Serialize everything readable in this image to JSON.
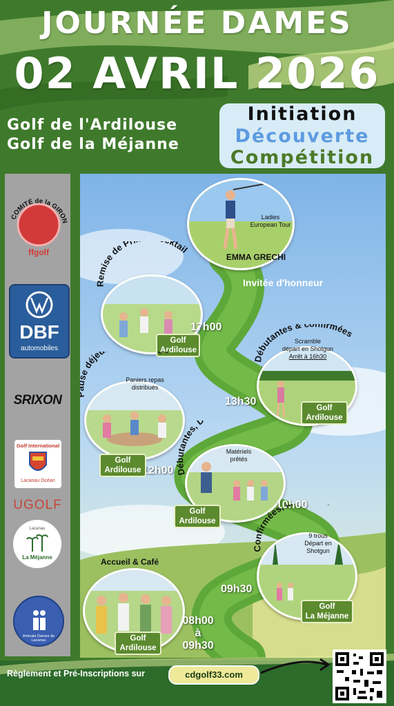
{
  "header": {
    "title_line1": "JOURNÉE DAMES",
    "title_line2": "02 AVRIL 2026",
    "venues": [
      "Golf de l'Ardilouse",
      "Golf de la Méjanne"
    ],
    "formats": [
      "Initiation",
      "Découverte",
      "Compétition"
    ]
  },
  "sidebar_logos": {
    "comite_top": "COMITÉ de la GIRONDE",
    "comite_bottom": "ffgolf",
    "dbf_main": "DBF",
    "dbf_sub": "automobiles",
    "srixon": "SRIXON",
    "golf_intl": "Golf International",
    "lacanau": "Lacanau Océan",
    "ugolf": "UGOLF",
    "mejanne_top": "Lacanau",
    "mejanne_name": "La Méjanne",
    "amicale": "Amicale Dames de Lacanau"
  },
  "events": [
    {
      "title": "Remise de Prix & Cocktail",
      "time": "17h00",
      "venue": [
        "Golf",
        "Ardilouse"
      ],
      "notes": []
    },
    {
      "title": "EMMA GRECHI",
      "time": "",
      "venue": [],
      "notes": [
        "Ladies",
        "European Tour"
      ],
      "subtitle": "Invitée d'honneur"
    },
    {
      "title": "Débutantes & confirmées",
      "time": "13h30",
      "venue": [
        "Golf",
        "Ardilouse"
      ],
      "notes": [
        "Scramble",
        "départ en  Shotgun",
        "Arrêt à 16h30"
      ]
    },
    {
      "title": "Pause déjeuner au \"Birdie\"",
      "time": "12h00",
      "venue": [
        "Golf",
        "Ardilouse"
      ],
      "notes": [
        "Paniers repas",
        "distribués"
      ]
    },
    {
      "title": "Débutantes, Découverte du Golf",
      "time": "10h00",
      "venue": [
        "Golf",
        "Ardilouse"
      ],
      "notes": [
        "Matériels",
        "prêtés"
      ]
    },
    {
      "title": "Confirmées, Match-play",
      "time": "09h30",
      "venue": [
        "Golf",
        "La Méjanne"
      ],
      "notes": [
        "9 trous",
        "Départ en",
        "Shotgun"
      ]
    },
    {
      "title": "Accueil & Café",
      "time_lines": [
        "08h00",
        "à",
        "09h30"
      ],
      "venue": [
        "Golf",
        "Ardilouse"
      ],
      "notes": []
    }
  ],
  "footer": {
    "text": "Règlement et Pré-Inscriptions sur",
    "website": "cdgolf33.com"
  },
  "colors": {
    "background_green": "#3f7a2c",
    "format_blue": "#5d9be0",
    "format_green": "#4c7a28",
    "pill_green": "#5c8a2e",
    "site_pill": "#efe99a"
  }
}
